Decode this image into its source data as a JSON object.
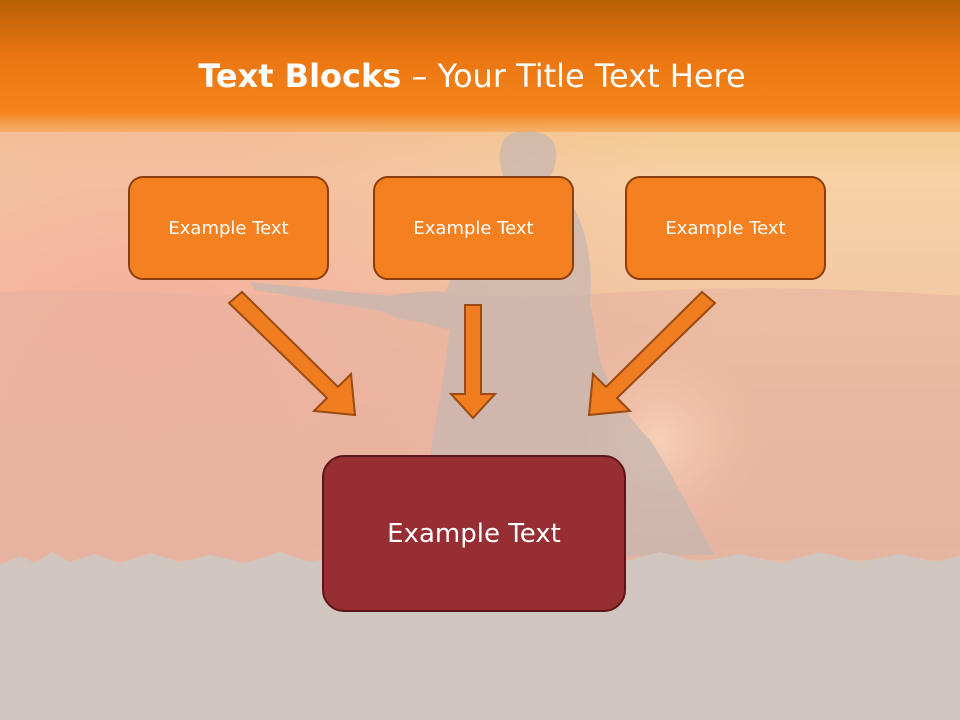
{
  "slide": {
    "title_bold": "Text Blocks",
    "title_rest": " – Your Title Text Here"
  },
  "blocks": {
    "top_left": "Example Text",
    "top_center": "Example Text",
    "top_right": "Example Text",
    "bottom": "Example Text"
  },
  "colors": {
    "title_bar": "#f07f16",
    "top_block_fill": "#f5801f",
    "top_block_border": "#8b3e10",
    "bottom_block_fill": "#962e33",
    "arrow_fill": "#f07d1f",
    "arrow_stroke": "#9a4a12"
  }
}
